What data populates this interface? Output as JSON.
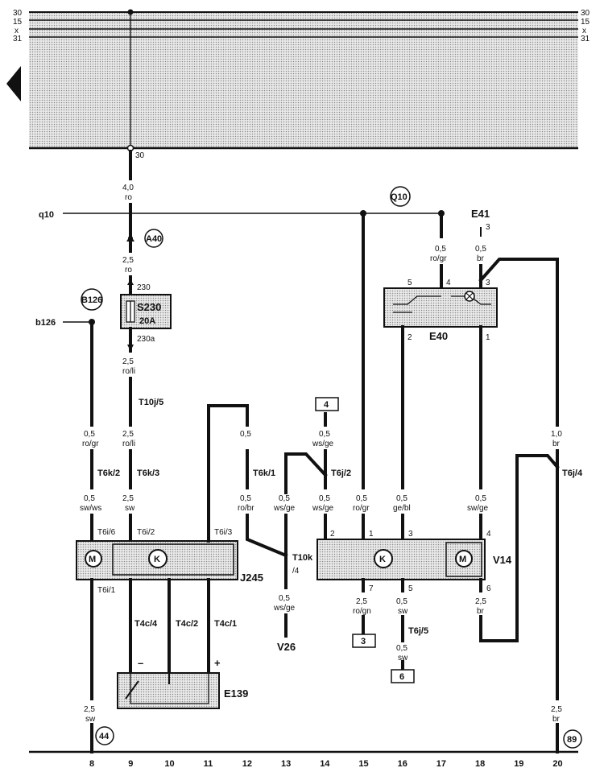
{
  "rails": {
    "left": [
      "30",
      "15",
      "x",
      "31"
    ],
    "right": [
      "30",
      "15",
      "x",
      "31"
    ],
    "bottom_30": "30"
  },
  "wires": {
    "main_gauge": "4,0",
    "main_color": "ro",
    "a40_gauge": "2,5",
    "a40_color": "ro",
    "fuse_in": "230",
    "fuse_out": "230a",
    "s230_gauge": "2,5",
    "s230_color": "ro/li",
    "c8_top_gauge": "0,5",
    "c8_top_color": "ro/gr",
    "c8_mid_gauge": "0,5",
    "c8_mid_color": "sw/ws",
    "c9_mid_gauge": "2,5",
    "c9_mid_color": "ro/li",
    "c9_low_gauge": "2,5",
    "c9_low_color": "sw",
    "c12_top_gauge": "0,5",
    "c12_top_color": "",
    "c12_low_gauge": "0,5",
    "c12_low_color": "ro/br",
    "c14_top_gauge": "0,5",
    "c14_top_color": "ws/ge",
    "c13_gauge": "0,5",
    "c13_color": "ws/ge",
    "c14_low_gauge": "0,5",
    "c14_low_color": "ws/ge",
    "c13_bot_gauge": "0,5",
    "c13_bot_color": "ws/ge",
    "c15_gauge": "0,5",
    "c15_color": "ro/gr",
    "c16_gauge": "0,5",
    "c16_color": "ge/bl",
    "c18_gauge": "0,5",
    "c18_color": "sw/ge",
    "c17_top_gauge": "0,5",
    "c17_top_color": "ro/gr",
    "c18_top_gauge": "0,5",
    "c18_top_color": "br",
    "c20_gauge": "1,0",
    "c20_color": "br",
    "v14_out7_gauge": "2,5",
    "v14_out7_color": "ro/gn",
    "v14_out5_gauge": "0,5",
    "v14_out5_color": "sw",
    "v14_out5b_gauge": "0,5",
    "v14_out5b_color": "sw",
    "v14_out6_gauge": "2,5",
    "v14_out6_color": "br",
    "ground8_gauge": "2,5",
    "ground8_color": "sw",
    "ground20_gauge": "2,5",
    "ground20_color": "br"
  },
  "connectors": {
    "T10j5": "T10j/5",
    "T6k2": "T6k/2",
    "T6k3": "T6k/3",
    "T6k1": "T6k/1",
    "T6j2": "T6j/2",
    "T6j4": "T6j/4",
    "T10k": "T10k",
    "T10k_pin": "/4",
    "T6j5": "T6j/5",
    "T4c4": "T4c/4",
    "T4c2": "T4c/2",
    "T4c1": "T4c/1",
    "T6i6": "T6i/6",
    "T6i2": "T6i/2",
    "T6i3": "T6i/3",
    "T6i1": "T6i/1"
  },
  "components": {
    "J245": "J245",
    "V14": "V14",
    "E40": "E40",
    "E41": "E41",
    "E41_pin": "3",
    "E139": "E139",
    "V26": "V26",
    "S230": "S230",
    "S230_rating": "20A",
    "K": "K",
    "M": "M",
    "minus": "–",
    "plus": "+"
  },
  "pins": {
    "e40_5": "5",
    "e40_4": "4",
    "e40_3": "3",
    "e40_2": "2",
    "e40_1": "1",
    "v14_in2": "2",
    "v14_in1": "1",
    "v14_in3": "3",
    "v14_in4": "4",
    "v14_out7": "7",
    "v14_out5": "5",
    "v14_out6": "6"
  },
  "refs": {
    "A40": "A40",
    "B126": "B126",
    "Q10": "Q10",
    "g44": "44",
    "g89": "89",
    "q10_line": "q10",
    "b126_line": "b126",
    "box4": "4",
    "box3": "3",
    "box6": "6"
  },
  "columns": [
    "8",
    "9",
    "10",
    "11",
    "12",
    "13",
    "14",
    "15",
    "16",
    "17",
    "18",
    "19",
    "20"
  ]
}
